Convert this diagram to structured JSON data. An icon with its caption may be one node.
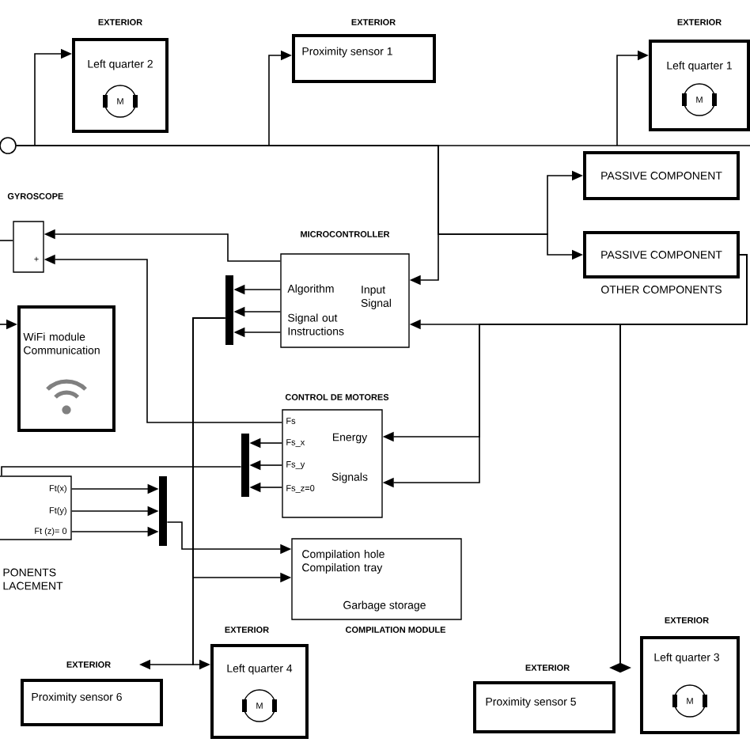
{
  "diagram": {
    "nodes": [
      {
        "text": [],
        "shape": "circle"
      },
      {
        "text": [
          "EXTERIOR",
          "Left quarter 2"
        ]
      },
      {
        "text": [
          "M"
        ],
        "in": 1
      },
      {
        "text": [
          "EXTERIOR",
          "Proximity sensor 1"
        ]
      },
      {
        "text": [
          "EXTERIOR",
          "Left quarter 1"
        ]
      },
      {
        "text": [
          "M"
        ],
        "in": 4
      },
      {
        "text": [
          "PASSIVE COMPONENT"
        ]
      },
      {
        "text": [
          "PASSIVE COMPONENT"
        ],
        "beside": [
          "OTHER COMPONENTS"
        ]
      },
      {
        "text": [
          "GYROSCOPE",
          "+"
        ]
      },
      {
        "text": [
          "MICROCONTROLLER",
          "Algorithm",
          "Signal out Instructions",
          "Input Signal"
        ]
      },
      {
        "text": [],
        "shape": "bar"
      },
      {
        "text": [
          "WiFi module Communication"
        ]
      },
      {
        "text": [
          "CONTROL DE MOTORES",
          "Fs",
          "Fs_x",
          "Fs_y",
          "Fs_z=0",
          "Energy",
          "Signals"
        ]
      },
      {
        "text": [],
        "shape": "bar"
      },
      {
        "text": [
          "Ft(x)",
          "Ft(y)",
          "Ft (z)= 0",
          "PONENTS LACEMENT"
        ]
      },
      {
        "text": [],
        "shape": "bar"
      },
      {
        "text": [
          "Compilation hole Compilation tray",
          "Garbage storage",
          "COMPILATION MODULE"
        ]
      },
      {
        "text": [
          "EXTERIOR",
          "Left quarter 4"
        ]
      },
      {
        "text": [
          "M"
        ],
        "in": 17
      },
      {
        "text": [
          "EXTERIOR",
          "Proximity sensor 6"
        ]
      },
      {
        "text": [
          "EXTERIOR",
          "Proximity sensor 5"
        ]
      },
      {
        "text": [
          "EXTERIOR",
          "Left quarter 3"
        ]
      },
      {
        "text": [
          "M"
        ],
        "in": 21
      }
    ],
    "edges": [
      {
        "from": 0,
        "to": 1,
        "arrow": "to"
      },
      {
        "from": 0,
        "to": 3,
        "arrow": "to"
      },
      {
        "from": 0,
        "to": 4,
        "arrow": "to"
      },
      {
        "from": 0,
        "to": 6,
        "arrow": "to"
      },
      {
        "from": 0,
        "to": 7,
        "arrow": "to"
      },
      {
        "from": 0,
        "to": 9,
        "arrow": "to"
      },
      {
        "from": 9,
        "to": 8,
        "arrow": "to"
      },
      {
        "from": 12,
        "to": 8,
        "arrow": "to"
      },
      {
        "from": 9,
        "to": 10,
        "arrow": "to"
      },
      {
        "from": 9,
        "to": 10,
        "arrow": "to"
      },
      {
        "from": 9,
        "to": 10,
        "arrow": "to"
      },
      {
        "from": 10,
        "to": 17,
        "arrow": "to"
      },
      {
        "from": 10,
        "to": 19,
        "arrow": "to"
      },
      {
        "from": 10,
        "to": 16,
        "arrow": "to"
      },
      {
        "from": 15,
        "to": 16,
        "arrow": "to"
      },
      {
        "from": 14,
        "to": 15,
        "arrow": "to"
      },
      {
        "from": 14,
        "to": 15,
        "arrow": "to"
      },
      {
        "from": 14,
        "to": 15,
        "arrow": "to"
      },
      {
        "from": 12,
        "to": 13,
        "arrow": "to"
      },
      {
        "from": 12,
        "to": 13,
        "arrow": "to"
      },
      {
        "from": 12,
        "to": 13,
        "arrow": "to"
      },
      {
        "from": 13,
        "to": 14,
        "arrow": "none"
      },
      {
        "from": null,
        "to": 11,
        "arrow": "to"
      },
      {
        "from": 8,
        "to": null,
        "arrow": "none"
      },
      {
        "from": 7,
        "to": 9,
        "arrow": "to"
      },
      {
        "from": 7,
        "to": 12,
        "arrow": "to"
      },
      {
        "from": 7,
        "to": 12,
        "arrow": "to"
      },
      {
        "from": 7,
        "to": 20,
        "arrow": "to"
      },
      {
        "from": 7,
        "to": 21,
        "arrow": "to"
      }
    ]
  }
}
